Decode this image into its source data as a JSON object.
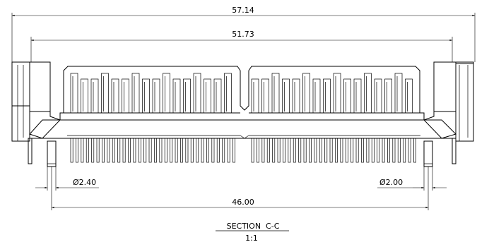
{
  "dimensions": {
    "overall_width": "57.14",
    "body_width": "51.73",
    "pin_spacing": "46.00",
    "peg_left_diameter": "Ø2.40",
    "peg_right_diameter": "Ø2.00"
  },
  "section": {
    "title": "SECTION  C-C",
    "scale": "1:1"
  }
}
